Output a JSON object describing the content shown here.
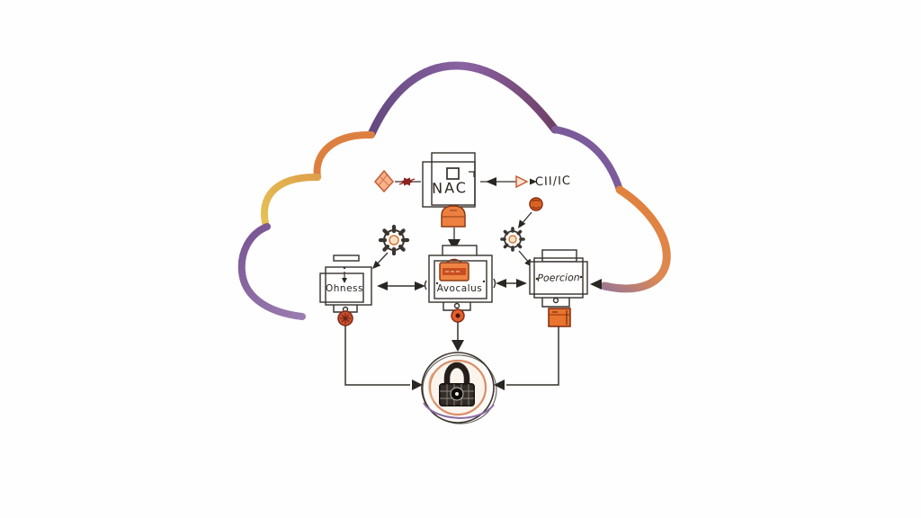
{
  "diagram": {
    "nodes": {
      "nac": {
        "label": "NAC"
      },
      "ci": {
        "label": "CII/IC"
      },
      "ohness": {
        "label": "Ohness"
      },
      "avocalus": {
        "label": "Avocalus"
      },
      "poercion": {
        "label": "Poercion"
      }
    },
    "icons": [
      "cloud-outline",
      "diamond-icon",
      "monitor-icon",
      "briefcase-icon",
      "gear-icon",
      "gear-icon",
      "node-dot-icon",
      "toolbox-icon",
      "medal-icon",
      "coin-icon",
      "cube-icon",
      "padlock-icon"
    ],
    "colors": {
      "ink": "#35302c",
      "orange": "#dd7f3e",
      "purple": "#8968a4",
      "yellow": "#e3c155",
      "dark_red": "#8b2520",
      "lock": "#241f1b"
    }
  }
}
